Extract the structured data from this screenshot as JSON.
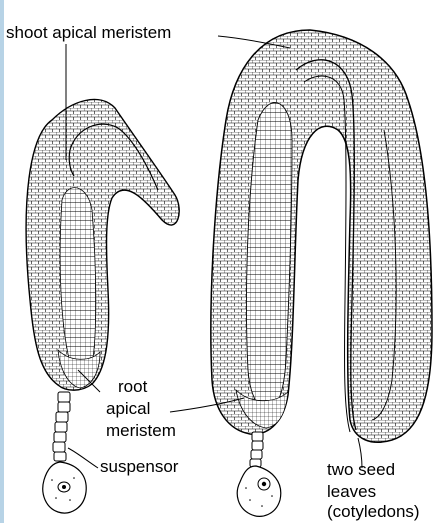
{
  "labels": {
    "shoot_apical_meristem": "shoot apical meristem",
    "root_line1": "root",
    "root_line2": "apical",
    "root_line3": "meristem",
    "suspensor": "suspensor",
    "seed_line1": "two seed",
    "seed_line2": "leaves",
    "seed_line3": "(cotyledons)"
  },
  "colors": {
    "ink": "#000000",
    "background": "#ffffff",
    "edge_bar": "#b7d3e6"
  }
}
